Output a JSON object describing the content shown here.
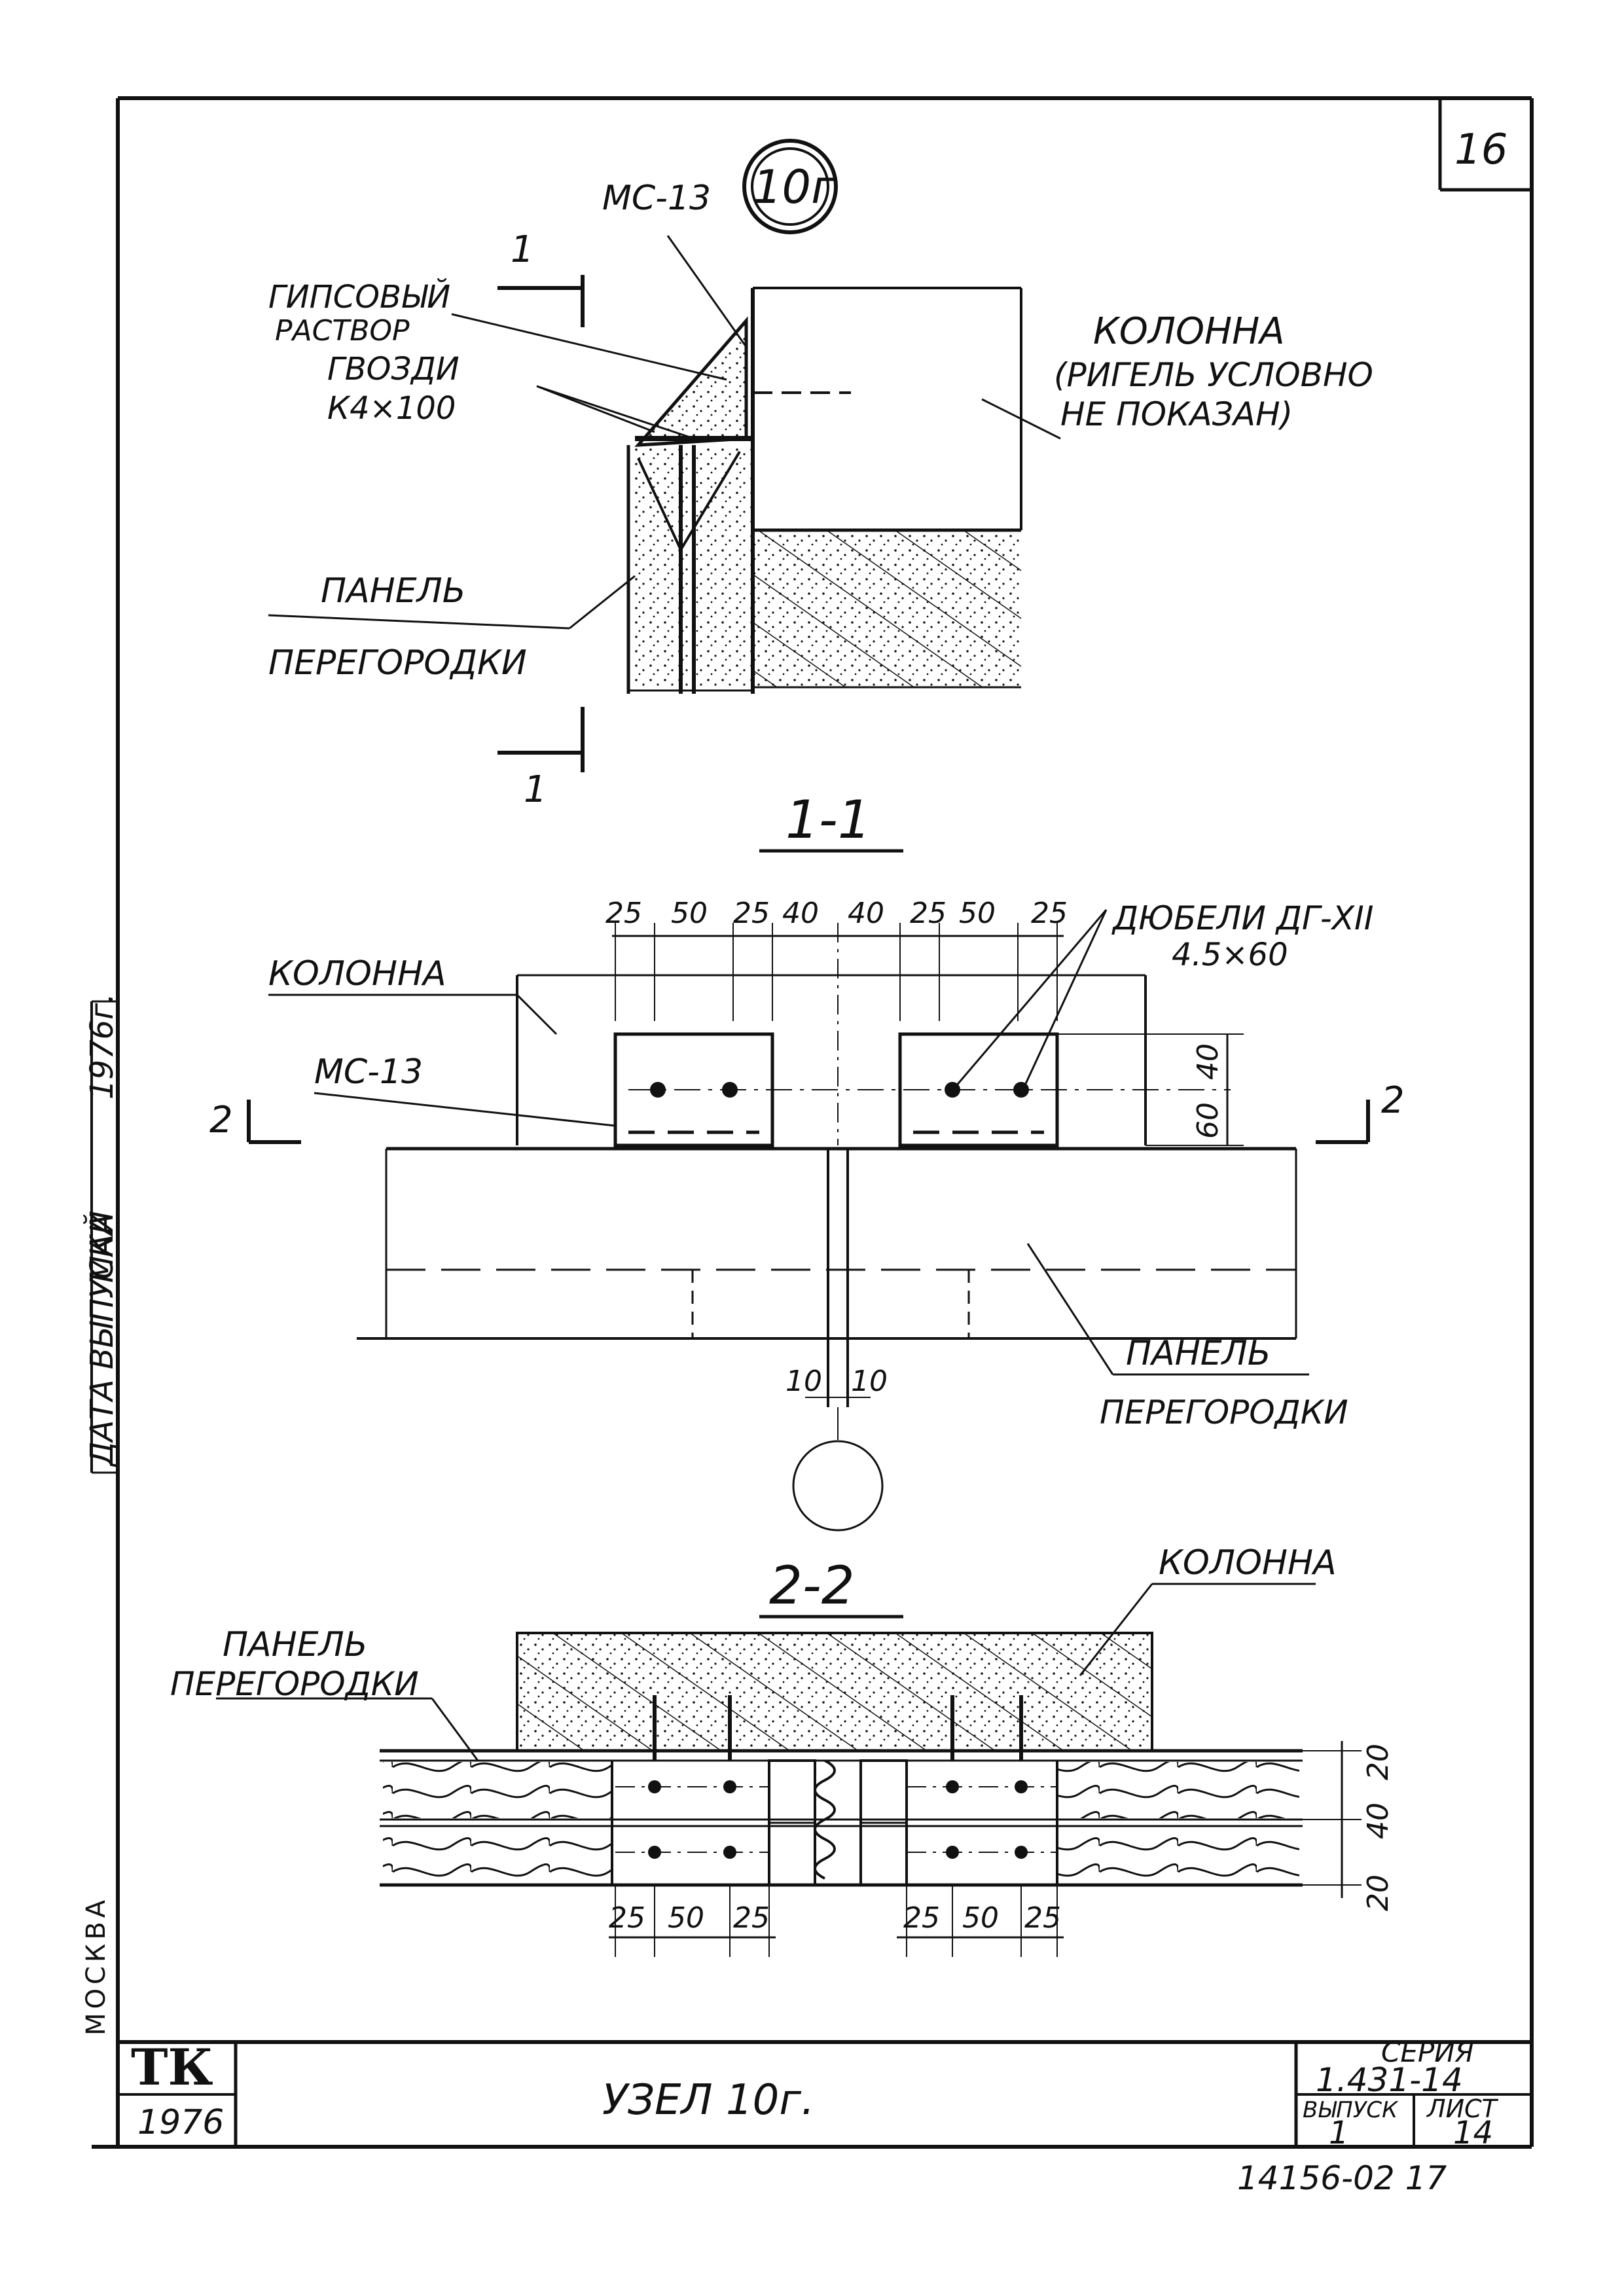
{
  "sheet_corner_number": "16",
  "node_marker": "10г",
  "labels": {
    "mc13_top": "МС-13",
    "gypsum_mortar_1": "ГИПСОВЫЙ",
    "gypsum_mortar_2": "РАСТВОР",
    "nails_1": "ГВОЗДИ",
    "nails_2": "К4×100",
    "column_top": "КОЛОННА",
    "beam_note_1": "(РИГЕЛЬ УСЛОВНО",
    "beam_note_2": "НЕ ПОКАЗАН)",
    "panel_top_1": "ПАНЕЛЬ",
    "panel_top_2": "ПЕРЕГОРОДКИ",
    "section_mark_1": "1",
    "section_title_1": "1-1",
    "dowels_1": "ДЮБЕЛИ ДГ-ХII",
    "dowels_2": "4.5×60",
    "column_mid": "КОЛОННА",
    "mc13_mid": "МС-13",
    "section_mark_2": "2",
    "panel_mid_1": "ПАНЕЛЬ",
    "panel_mid_2": "ПЕРЕГОРОДКИ",
    "section_title_2": "2-2",
    "column_bottom": "КОЛОННА",
    "panel_bottom_1": "ПАНЕЛЬ",
    "panel_bottom_2": "ПЕРЕГОРОДКИ"
  },
  "dimensions_1_1_top": [
    "25",
    "50",
    "25",
    "40",
    "40",
    "25",
    "50",
    "25"
  ],
  "dimensions_1_1_right": [
    "40",
    "60"
  ],
  "dimensions_1_1_bottom": [
    "10",
    "10"
  ],
  "dimensions_2_2_bottom_left": [
    "25",
    "50",
    "25"
  ],
  "dimensions_2_2_bottom_right": [
    "25",
    "50",
    "25"
  ],
  "dimensions_2_2_right": [
    "20",
    "40",
    "20"
  ],
  "side_stamp": {
    "release_date": "ДАТА ВЫПУСКА",
    "month": "МАЙ",
    "year": "1976г.",
    "city": "МОСКВА"
  },
  "title_block": {
    "logo": "ТК",
    "year": "1976",
    "title": "УЗЕЛ 10г.",
    "series_label": "СЕРИЯ",
    "series_value": "1.431-14",
    "issue_label": "ВЫПУСК",
    "issue_value": "1",
    "sheet_label": "ЛИСТ",
    "sheet_value": "14"
  },
  "archive_number": "14156-02 17"
}
